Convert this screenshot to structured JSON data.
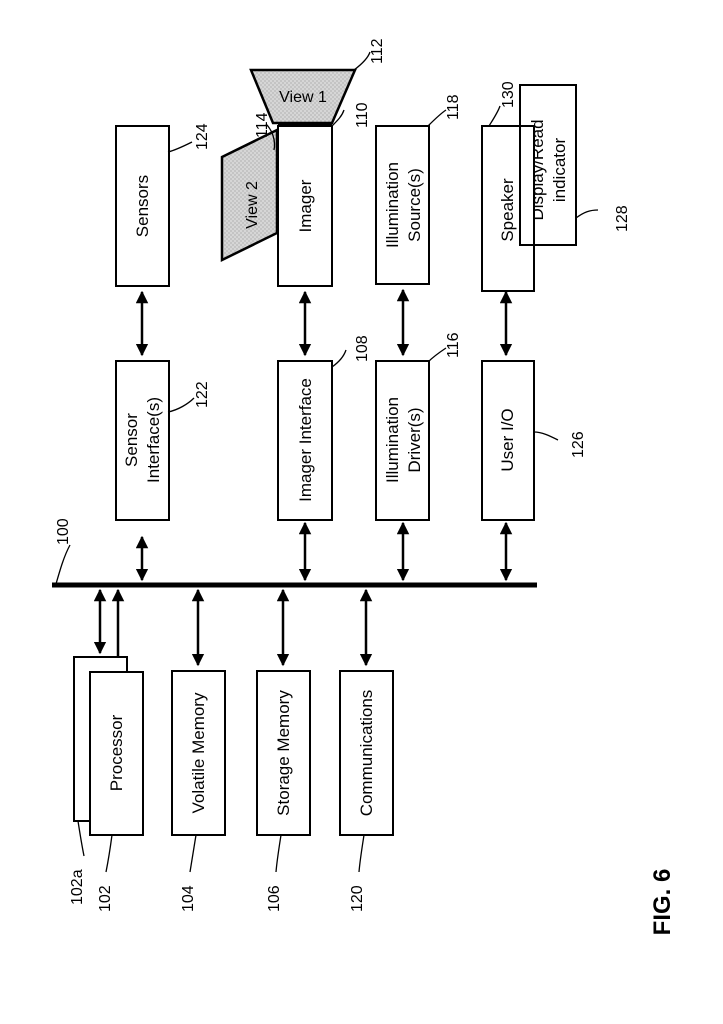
{
  "figure_label": "FIG. 6",
  "bus": {
    "ref": "100"
  },
  "blocks": {
    "sensors": {
      "label": "Sensors",
      "ref": "124"
    },
    "sensor_interface": {
      "line1": "Sensor",
      "line2": "Interface(s)",
      "ref": "122"
    },
    "imager": {
      "label": "Imager",
      "ref": "110"
    },
    "view1": {
      "label": "View 1",
      "ref": "112"
    },
    "view2": {
      "label": "View 2",
      "ref": "114"
    },
    "imager_interface": {
      "label": "Imager Interface",
      "ref": "108"
    },
    "illumination_source": {
      "line1": "Illumination",
      "line2": "Source(s)",
      "ref": "118"
    },
    "illumination_driver": {
      "line1": "Illumination",
      "line2": "Driver(s)",
      "ref": "116"
    },
    "speaker": {
      "label": "Speaker",
      "ref": "130"
    },
    "display_indicator": {
      "line1": "Display/Read",
      "line2": "indicator",
      "ref": "128"
    },
    "user_io": {
      "label": "User I/O",
      "ref": "126"
    },
    "processor": {
      "label": "Processor",
      "ref": "102",
      "ref_back": "102a"
    },
    "volatile_memory": {
      "label": "Volatile Memory",
      "ref": "104"
    },
    "storage_memory": {
      "label": "Storage Memory",
      "ref": "106"
    },
    "communications": {
      "label": "Communications",
      "ref": "120"
    }
  }
}
